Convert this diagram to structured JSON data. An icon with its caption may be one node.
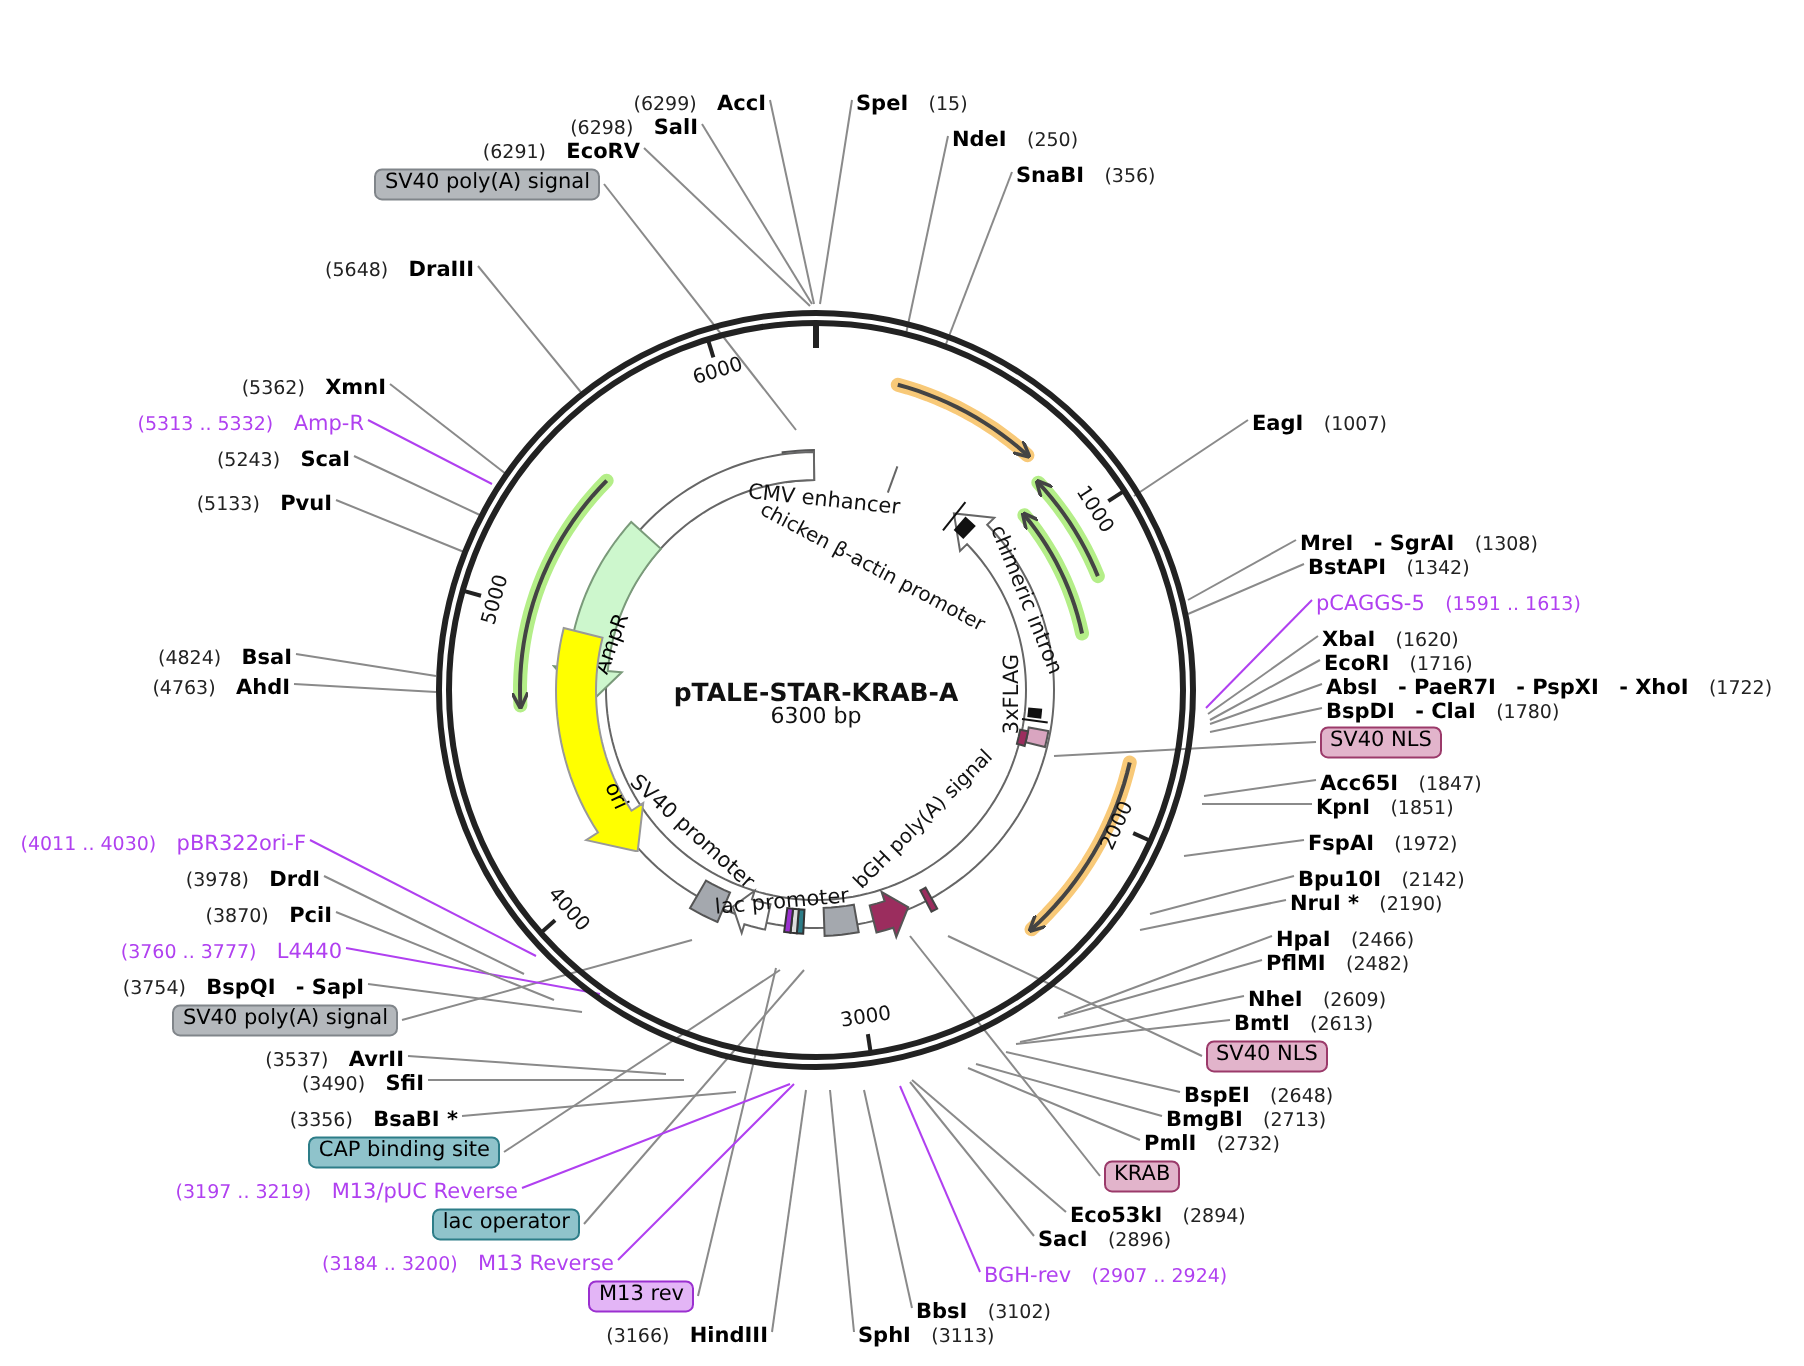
{
  "diagram": {
    "title": "pTALE-STAR-KRAB-A",
    "nodes": [
      {
        "text": [
          "(6299)",
          "AccI"
        ]
      },
      {
        "text": [
          "(6298)",
          "SalI"
        ]
      },
      {
        "text": [
          "(6291)",
          "EcoRV"
        ]
      },
      {
        "text": [
          "SV40 poly(A) signal"
        ]
      },
      {
        "text": [
          "SpeI",
          "(15)"
        ]
      },
      {
        "text": [
          "NdeI",
          "(250)"
        ]
      },
      {
        "text": [
          "SnaBI",
          "(356)"
        ]
      },
      {
        "text": [
          "(5648)",
          "DraIII"
        ]
      },
      {
        "text": [
          "EagI",
          "(1007)"
        ]
      },
      {
        "text": [
          "(5362)",
          "XmnI"
        ]
      },
      {
        "text": [
          "(5313 .. 5332)",
          "Amp-R"
        ]
      },
      {
        "text": [
          "(5243)",
          "ScaI"
        ]
      },
      {
        "text": [
          "(5133)",
          "PvuI"
        ]
      },
      {
        "text": [
          "MreI",
          "- SgrAI",
          "(1308)"
        ]
      },
      {
        "text": [
          "BstAPI",
          "(1342)"
        ]
      },
      {
        "text": [
          "pCAGGS-5",
          "(1591 .. 1613)"
        ]
      },
      {
        "text": [
          "XbaI",
          "(1620)"
        ]
      },
      {
        "text": [
          "EcoRI",
          "(1716)"
        ]
      },
      {
        "text": [
          "AbsI",
          "- PaeR7I",
          "- PspXI",
          "- XhoI",
          "(1722)"
        ]
      },
      {
        "text": [
          "BspDI",
          "- ClaI",
          "(1780)"
        ]
      },
      {
        "text": [
          "SV40 NLS"
        ]
      },
      {
        "text": [
          "Acc65I",
          "(1847)"
        ]
      },
      {
        "text": [
          "KpnI",
          "(1851)"
        ]
      },
      {
        "text": [
          "FspAI",
          "(1972)"
        ]
      },
      {
        "text": [
          "Bpu10I",
          "(2142)"
        ]
      },
      {
        "text": [
          "NruI *",
          "(2190)"
        ]
      },
      {
        "text": [
          "HpaI",
          "(2466)"
        ]
      },
      {
        "text": [
          "PflMI",
          "(2482)"
        ]
      },
      {
        "text": [
          "NheI",
          "(2609)"
        ]
      },
      {
        "text": [
          "BmtI",
          "(2613)"
        ]
      },
      {
        "text": [
          "SV40 NLS"
        ]
      },
      {
        "text": [
          "BspEI",
          "(2648)"
        ]
      },
      {
        "text": [
          "BmgBI",
          "(2713)"
        ]
      },
      {
        "text": [
          "PmlI",
          "(2732)"
        ]
      },
      {
        "text": [
          "KRAB"
        ]
      },
      {
        "text": [
          "Eco53kI",
          "(2894)"
        ]
      },
      {
        "text": [
          "SacI",
          "(2896)"
        ]
      },
      {
        "text": [
          "BGH-rev",
          "(2907 .. 2924)"
        ]
      },
      {
        "text": [
          "BbsI",
          "(3102)"
        ]
      },
      {
        "text": [
          "SphI",
          "(3113)"
        ]
      },
      {
        "text": [
          "(3166)",
          "HindIII"
        ]
      },
      {
        "text": [
          "M13 rev"
        ]
      },
      {
        "text": [
          "(3184 .. 3200)",
          "M13 Reverse"
        ]
      },
      {
        "text": [
          "lac operator"
        ]
      },
      {
        "text": [
          "(3197 .. 3219)",
          "M13/pUC Reverse"
        ]
      },
      {
        "text": [
          "CAP binding site"
        ]
      },
      {
        "text": [
          "(3356)",
          "BsaBI *"
        ]
      },
      {
        "text": [
          "(3490)",
          "SfiI"
        ]
      },
      {
        "text": [
          "(3537)",
          "AvrII"
        ]
      },
      {
        "text": [
          "SV40 poly(A) signal"
        ]
      },
      {
        "text": [
          "(3754)",
          "BspQI",
          "- SapI"
        ]
      },
      {
        "text": [
          "(3760 .. 3777)",
          "L4440"
        ]
      },
      {
        "text": [
          "(3870)",
          "PciI"
        ]
      },
      {
        "text": [
          "(3978)",
          "DrdI"
        ]
      },
      {
        "text": [
          "(4011 .. 4030)",
          "pBR322ori-F"
        ]
      },
      {
        "text": [
          "(4824)",
          "BsaI"
        ]
      },
      {
        "text": [
          "(4763)",
          "AhdI"
        ]
      },
      {
        "text": [
          "AmpR"
        ]
      },
      {
        "text": [
          "ori"
        ]
      }
    ],
    "edges": [
      {
        "from": 0,
        "to": null,
        "arrow": "none"
      },
      {
        "from": 1,
        "to": null,
        "arrow": "none"
      },
      {
        "from": 2,
        "to": null,
        "arrow": "none"
      },
      {
        "from": 3,
        "to": null,
        "arrow": "none"
      },
      {
        "from": 4,
        "to": null,
        "arrow": "none"
      },
      {
        "from": 5,
        "to": null,
        "arrow": "none"
      },
      {
        "from": 6,
        "to": null,
        "arrow": "none"
      },
      {
        "from": 7,
        "to": null,
        "arrow": "none"
      },
      {
        "from": 8,
        "to": null,
        "arrow": "none"
      },
      {
        "from": 9,
        "to": null,
        "arrow": "none"
      },
      {
        "from": 10,
        "to": null,
        "arrow": "none",
        "color": "#b040f0"
      },
      {
        "from": 11,
        "to": null,
        "arrow": "none"
      },
      {
        "from": 12,
        "to": null,
        "arrow": "none"
      },
      {
        "from": 13,
        "to": null,
        "arrow": "none"
      },
      {
        "from": 14,
        "to": null,
        "arrow": "none"
      },
      {
        "from": 15,
        "to": null,
        "arrow": "none",
        "color": "#b040f0"
      },
      {
        "from": 16,
        "to": null,
        "arrow": "none"
      },
      {
        "from": 17,
        "to": null,
        "arrow": "none"
      },
      {
        "from": 18,
        "to": null,
        "arrow": "none"
      },
      {
        "from": 19,
        "to": null,
        "arrow": "none"
      },
      {
        "from": 20,
        "to": null,
        "arrow": "none"
      },
      {
        "from": 21,
        "to": null,
        "arrow": "none"
      },
      {
        "from": 22,
        "to": null,
        "arrow": "none"
      },
      {
        "from": 23,
        "to": null,
        "arrow": "none"
      },
      {
        "from": 24,
        "to": null,
        "arrow": "none"
      },
      {
        "from": 25,
        "to": null,
        "arrow": "none"
      },
      {
        "from": 26,
        "to": null,
        "arrow": "none"
      },
      {
        "from": 27,
        "to": null,
        "arrow": "none"
      },
      {
        "from": 28,
        "to": null,
        "arrow": "none"
      },
      {
        "from": 29,
        "to": null,
        "arrow": "none"
      },
      {
        "from": 30,
        "to": null,
        "arrow": "none"
      },
      {
        "from": 31,
        "to": null,
        "arrow": "none"
      },
      {
        "from": 32,
        "to": null,
        "arrow": "none"
      },
      {
        "from": 33,
        "to": null,
        "arrow": "none"
      },
      {
        "from": 34,
        "to": null,
        "arrow": "none"
      },
      {
        "from": 35,
        "to": null,
        "arrow": "none"
      },
      {
        "from": 36,
        "to": null,
        "arrow": "none"
      },
      {
        "from": 37,
        "to": null,
        "arrow": "none",
        "color": "#b040f0"
      },
      {
        "from": 38,
        "to": null,
        "arrow": "none"
      },
      {
        "from": 39,
        "to": null,
        "arrow": "none"
      },
      {
        "from": 40,
        "to": null,
        "arrow": "none"
      },
      {
        "from": 41,
        "to": null,
        "arrow": "none"
      },
      {
        "from": 42,
        "to": null,
        "arrow": "none",
        "color": "#b040f0"
      },
      {
        "from": 43,
        "to": null,
        "arrow": "none"
      },
      {
        "from": 44,
        "to": null,
        "arrow": "none",
        "color": "#b040f0"
      },
      {
        "from": 45,
        "to": null,
        "arrow": "none"
      },
      {
        "from": 46,
        "to": null,
        "arrow": "none"
      },
      {
        "from": 47,
        "to": null,
        "arrow": "none"
      },
      {
        "from": 48,
        "to": null,
        "arrow": "none"
      },
      {
        "from": 49,
        "to": null,
        "arrow": "none"
      },
      {
        "from": 50,
        "to": null,
        "arrow": "none"
      },
      {
        "from": 51,
        "to": null,
        "arrow": "none",
        "color": "#b040f0"
      },
      {
        "from": 52,
        "to": null,
        "arrow": "none"
      },
      {
        "from": 53,
        "to": null,
        "arrow": "none"
      },
      {
        "from": 54,
        "to": null,
        "arrow": "none",
        "color": "#b040f0"
      },
      {
        "from": 55,
        "to": null,
        "arrow": "none"
      },
      {
        "from": 56,
        "to": null,
        "arrow": "none"
      }
    ],
    "labels": [
      "6000",
      "1000",
      "2000",
      "3000",
      "4000",
      "5000",
      "CMV enhancer",
      "chicken β-actin promoter",
      "chimeric intron",
      "3xFLAG",
      "bGH poly(A) signal",
      "lac promoter",
      "SV40 promoter",
      "6300 bp"
    ]
  }
}
